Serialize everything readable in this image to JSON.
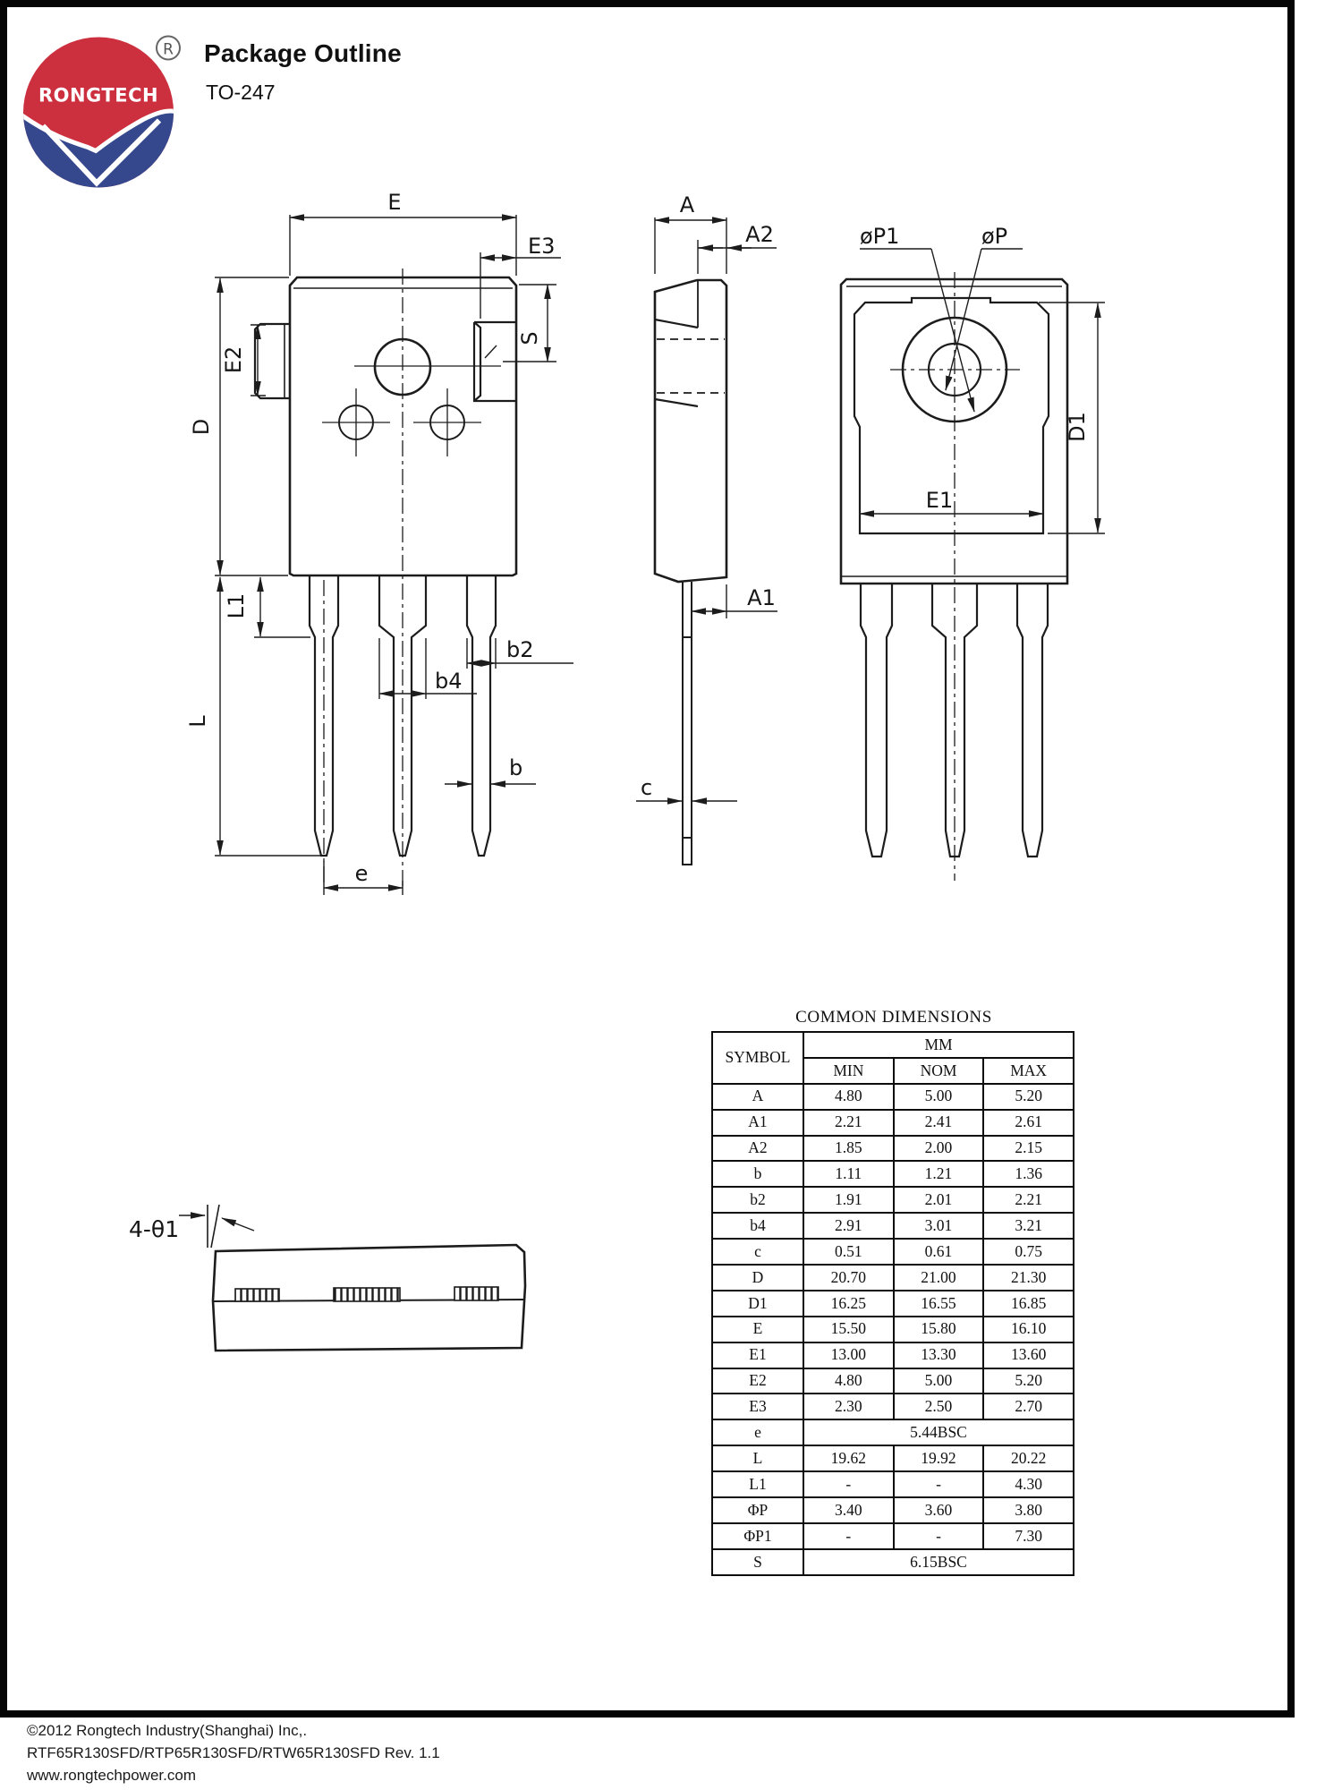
{
  "header": {
    "title": "Package Outline",
    "subtitle": "TO-247",
    "logo_text": "RONGTECH",
    "registered_mark": "R"
  },
  "colors": {
    "logo_red": "#cc2f3e",
    "logo_blue": "#35478d",
    "line_color": "#1c1c1c"
  },
  "labels": {
    "front": {
      "E": "E",
      "E3": "E3",
      "S": "S",
      "E2": "E2",
      "D": "D",
      "L1": "L1",
      "L": "L",
      "b2": "b2",
      "b4": "b4",
      "b": "b",
      "e": "e"
    },
    "side": {
      "A": "A",
      "A2": "A2",
      "A1": "A1",
      "c": "c"
    },
    "back": {
      "P1": "øP1",
      "P": "øP",
      "D1": "D1",
      "E1": "E1"
    },
    "bottom": {
      "angle": "4-θ1"
    }
  },
  "table": {
    "title": "COMMON DIMENSIONS",
    "headers": {
      "symbol": "SYMBOL",
      "unit": "MM",
      "min": "MIN",
      "nom": "NOM",
      "max": "MAX"
    },
    "rows": [
      {
        "symbol": "A",
        "min": "4.80",
        "nom": "5.00",
        "max": "5.20"
      },
      {
        "symbol": "A1",
        "min": "2.21",
        "nom": "2.41",
        "max": "2.61"
      },
      {
        "symbol": "A2",
        "min": "1.85",
        "nom": "2.00",
        "max": "2.15"
      },
      {
        "symbol": "b",
        "min": "1.11",
        "nom": "1.21",
        "max": "1.36"
      },
      {
        "symbol": "b2",
        "min": "1.91",
        "nom": "2.01",
        "max": "2.21"
      },
      {
        "symbol": "b4",
        "min": "2.91",
        "nom": "3.01",
        "max": "3.21"
      },
      {
        "symbol": "c",
        "min": "0.51",
        "nom": "0.61",
        "max": "0.75"
      },
      {
        "symbol": "D",
        "min": "20.70",
        "nom": "21.00",
        "max": "21.30"
      },
      {
        "symbol": "D1",
        "min": "16.25",
        "nom": "16.55",
        "max": "16.85"
      },
      {
        "symbol": "E",
        "min": "15.50",
        "nom": "15.80",
        "max": "16.10"
      },
      {
        "symbol": "E1",
        "min": "13.00",
        "nom": "13.30",
        "max": "13.60"
      },
      {
        "symbol": "E2",
        "min": "4.80",
        "nom": "5.00",
        "max": "5.20"
      },
      {
        "symbol": "E3",
        "min": "2.30",
        "nom": "2.50",
        "max": "2.70"
      },
      {
        "symbol": "e",
        "span": "5.44BSC"
      },
      {
        "symbol": "L",
        "min": "19.62",
        "nom": "19.92",
        "max": "20.22"
      },
      {
        "symbol": "L1",
        "min": "-",
        "nom": "-",
        "max": "4.30"
      },
      {
        "symbol": "ΦP",
        "min": "3.40",
        "nom": "3.60",
        "max": "3.80"
      },
      {
        "symbol": "ΦP1",
        "min": "-",
        "nom": "-",
        "max": "7.30"
      },
      {
        "symbol": "S",
        "span": "6.15BSC"
      }
    ]
  },
  "footer": {
    "line1": "©2012 Rongtech Industry(Shanghai) Inc,.",
    "line2": "RTF65R130SFD/RTP65R130SFD/RTW65R130SFD Rev. 1.1",
    "line3": "www.rongtechpower.com"
  }
}
